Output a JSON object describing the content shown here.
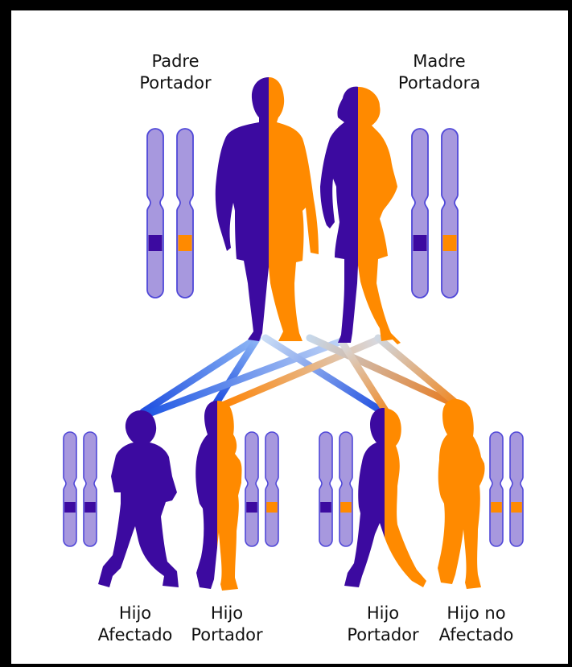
{
  "colors": {
    "recessive": "#3c0aa0",
    "dominant": "#ff8a00",
    "chromosome_fill": "#a798de",
    "chromosome_stroke": "#5048d8",
    "line_from_father": "#2c62e6",
    "line_from_mother": "#f28f2a"
  },
  "parents": [
    {
      "id": "father",
      "line1": "Padre",
      "line2": "Portador",
      "icon": "male-adult-silhouette-icon",
      "alleles": [
        "recessive",
        "dominant"
      ]
    },
    {
      "id": "mother",
      "line1": "Madre",
      "line2": "Portadora",
      "icon": "female-adult-silhouette-icon",
      "alleles": [
        "recessive",
        "dominant"
      ]
    }
  ],
  "children": [
    {
      "id": "affected",
      "line1": "Hijo",
      "line2": "Afectado",
      "icon": "child-silhouette-icon",
      "alleles": [
        "recessive",
        "recessive"
      ]
    },
    {
      "id": "carrier-a",
      "line1": "Hijo",
      "line2": "Portador",
      "icon": "child-silhouette-icon",
      "alleles": [
        "recessive",
        "dominant"
      ]
    },
    {
      "id": "carrier-b",
      "line1": "Hijo",
      "line2": "Portador",
      "icon": "child-silhouette-icon",
      "alleles": [
        "recessive",
        "dominant"
      ]
    },
    {
      "id": "unaffected",
      "line1": "Hijo no",
      "line2": "Afectado",
      "icon": "child-silhouette-icon",
      "alleles": [
        "dominant",
        "dominant"
      ]
    }
  ]
}
